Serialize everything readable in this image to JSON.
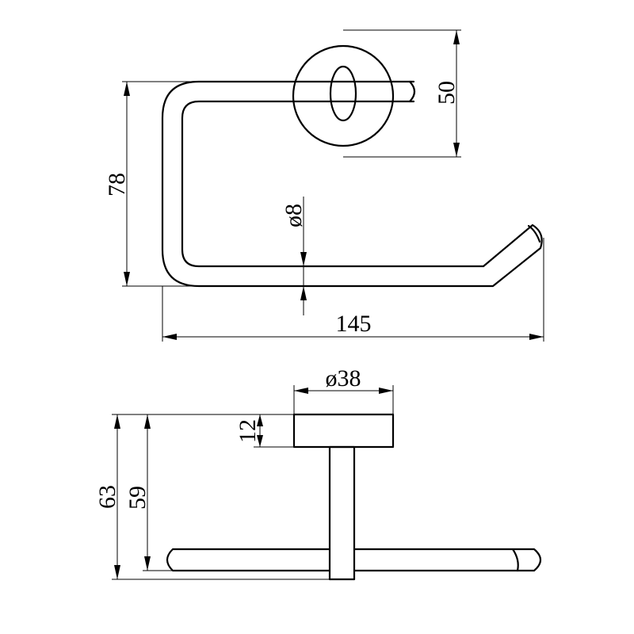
{
  "dimensions": {
    "flange_height": "50",
    "overall_height": "78",
    "rod_diameter": "ø8",
    "overall_width": "145",
    "flange_diameter": "ø38",
    "flange_thickness": "12",
    "total_depth": "63",
    "projection_depth": "59"
  },
  "colors": {
    "line": "#000000",
    "background": "#ffffff"
  }
}
